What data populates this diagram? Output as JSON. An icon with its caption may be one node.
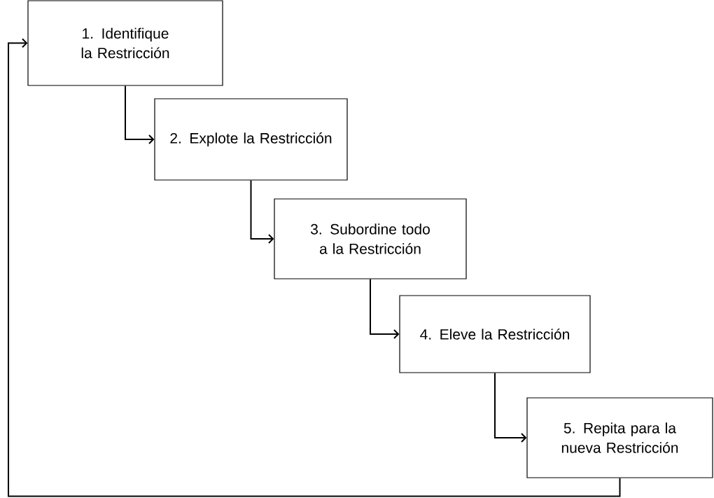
{
  "diagram": {
    "nodes": [
      {
        "text": [
          "1. Identifique la Restricción"
        ]
      },
      {
        "text": [
          "2. Explote la Restricción"
        ]
      },
      {
        "text": [
          "3. Subordine todo a la Restricción"
        ]
      },
      {
        "text": [
          "4. Eleve la Restricción"
        ]
      },
      {
        "text": [
          "5. Repita para la nueva Restricción"
        ]
      }
    ],
    "edges": [
      {
        "from": 0,
        "to": 1,
        "arrow": "to"
      },
      {
        "from": 1,
        "to": 2,
        "arrow": "to"
      },
      {
        "from": 2,
        "to": 3,
        "arrow": "to"
      },
      {
        "from": 3,
        "to": 4,
        "arrow": "to"
      },
      {
        "from": 4,
        "to": 0,
        "arrow": "to"
      }
    ]
  }
}
